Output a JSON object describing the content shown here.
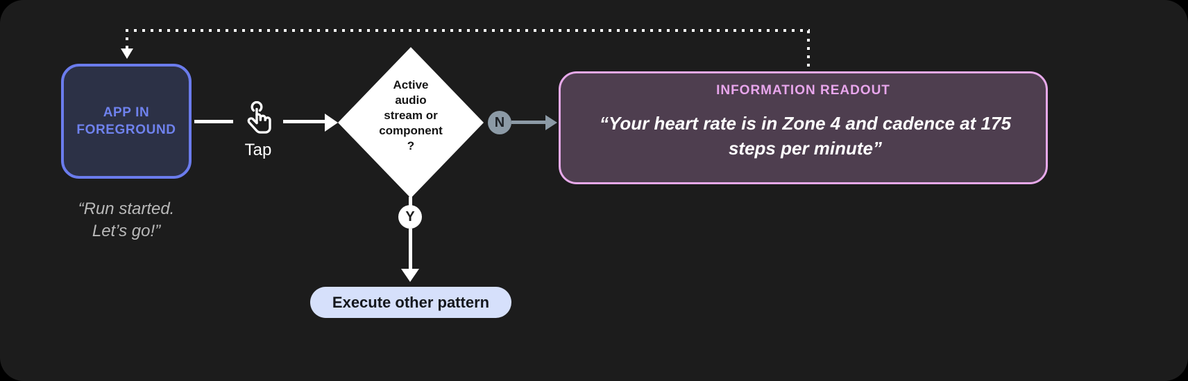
{
  "diagram": {
    "background_color": "#1c1c1c",
    "nodes": {
      "app_state": {
        "label": "APP IN\nFOREGROUND",
        "caption": "“Run started.\nLet’s go!”",
        "fill_color": "#2c3146",
        "border_color": "#6b7ced",
        "text_color": "#6f82ee"
      },
      "interaction": {
        "icon": "tap-hand-icon",
        "label": "Tap"
      },
      "decision": {
        "text": "Active\naudio\nstream or\ncomponent\n?",
        "fill_color": "#ffffff",
        "text_color": "#141414"
      },
      "readout": {
        "title": "INFORMATION READOUT",
        "quote": "“Your heart rate is in Zone 4 and cadence at 175 steps per minute”",
        "fill_color": "#4e3e4f",
        "border_color": "#e7a9ea",
        "title_color": "#e8a6ec"
      },
      "other_pattern": {
        "label": "Execute other pattern",
        "fill_color": "#d6e0fb",
        "text_color": "#14171c"
      }
    },
    "branches": {
      "no": {
        "badge": "N",
        "badge_color": "#8c9aa6",
        "connector_color": "#8c9aa6"
      },
      "yes": {
        "badge": "Y",
        "badge_color": "#ffffff",
        "connector_color": "#ffffff"
      }
    },
    "feedback_path": {
      "style": "dotted",
      "color": "#ffffff"
    }
  }
}
